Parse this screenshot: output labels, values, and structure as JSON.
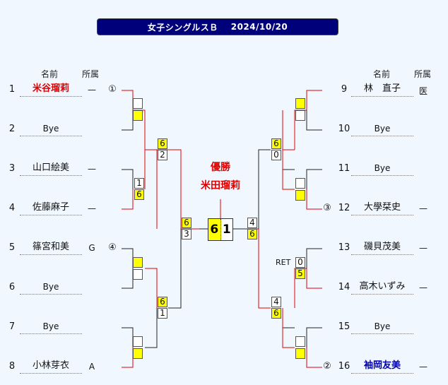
{
  "title": {
    "event": "女子シングルスＢ",
    "date": "2024/10/20"
  },
  "headers": {
    "name": "名前",
    "affiliation": "所属"
  },
  "players": [
    {
      "num": "1",
      "name": "米谷瑠莉",
      "aff": "—",
      "seed": "①",
      "style": "red"
    },
    {
      "num": "2",
      "name": "Bye",
      "aff": "",
      "seed": "",
      "style": "bye"
    },
    {
      "num": "3",
      "name": "山口絵美",
      "aff": "—",
      "seed": "",
      "style": ""
    },
    {
      "num": "4",
      "name": "佐藤麻子",
      "aff": "—",
      "seed": "",
      "style": ""
    },
    {
      "num": "5",
      "name": "篠宮和美",
      "aff": "G",
      "seed": "④",
      "style": ""
    },
    {
      "num": "6",
      "name": "Bye",
      "aff": "",
      "seed": "",
      "style": "bye"
    },
    {
      "num": "7",
      "name": "Bye",
      "aff": "",
      "seed": "",
      "style": "bye"
    },
    {
      "num": "8",
      "name": "小林芽衣",
      "aff": "A",
      "seed": "",
      "style": ""
    },
    {
      "num": "9",
      "name": "林　直子",
      "aff": "医",
      "seed": "",
      "style": ""
    },
    {
      "num": "10",
      "name": "Bye",
      "aff": "",
      "seed": "",
      "style": "bye"
    },
    {
      "num": "11",
      "name": "Bye",
      "aff": "",
      "seed": "",
      "style": "bye"
    },
    {
      "num": "12",
      "name": "大學栞史",
      "aff": "—",
      "seed": "③",
      "style": ""
    },
    {
      "num": "13",
      "name": "磯貝茂美",
      "aff": "—",
      "seed": "",
      "style": ""
    },
    {
      "num": "14",
      "name": "高木いずみ",
      "aff": "—",
      "seed": "",
      "style": ""
    },
    {
      "num": "15",
      "name": "Bye",
      "aff": "",
      "seed": "",
      "style": "bye"
    },
    {
      "num": "16",
      "name": "袖岡友美",
      "aff": "—",
      "seed": "②",
      "style": "blue"
    }
  ],
  "scores": {
    "r1_3v4": [
      "1",
      "6"
    ],
    "r2_top": [
      "6",
      "2"
    ],
    "r2_bot": [
      "6",
      "1"
    ],
    "sf_left": [
      "6",
      "3"
    ],
    "r2_right_top": [
      "6",
      "0"
    ],
    "r1_13v14": [
      "0",
      "5"
    ],
    "r2_right_bot": [
      "4",
      "6"
    ],
    "sf_right": [
      "4",
      "6"
    ],
    "final": [
      "6",
      "1"
    ]
  },
  "ret_label": "RET",
  "winner": {
    "label": "優勝",
    "name": "米田瑠莉"
  },
  "colors": {
    "winner_line": "#e00000",
    "title_bg": "#00007a",
    "score_highlight": "#ffff00"
  }
}
